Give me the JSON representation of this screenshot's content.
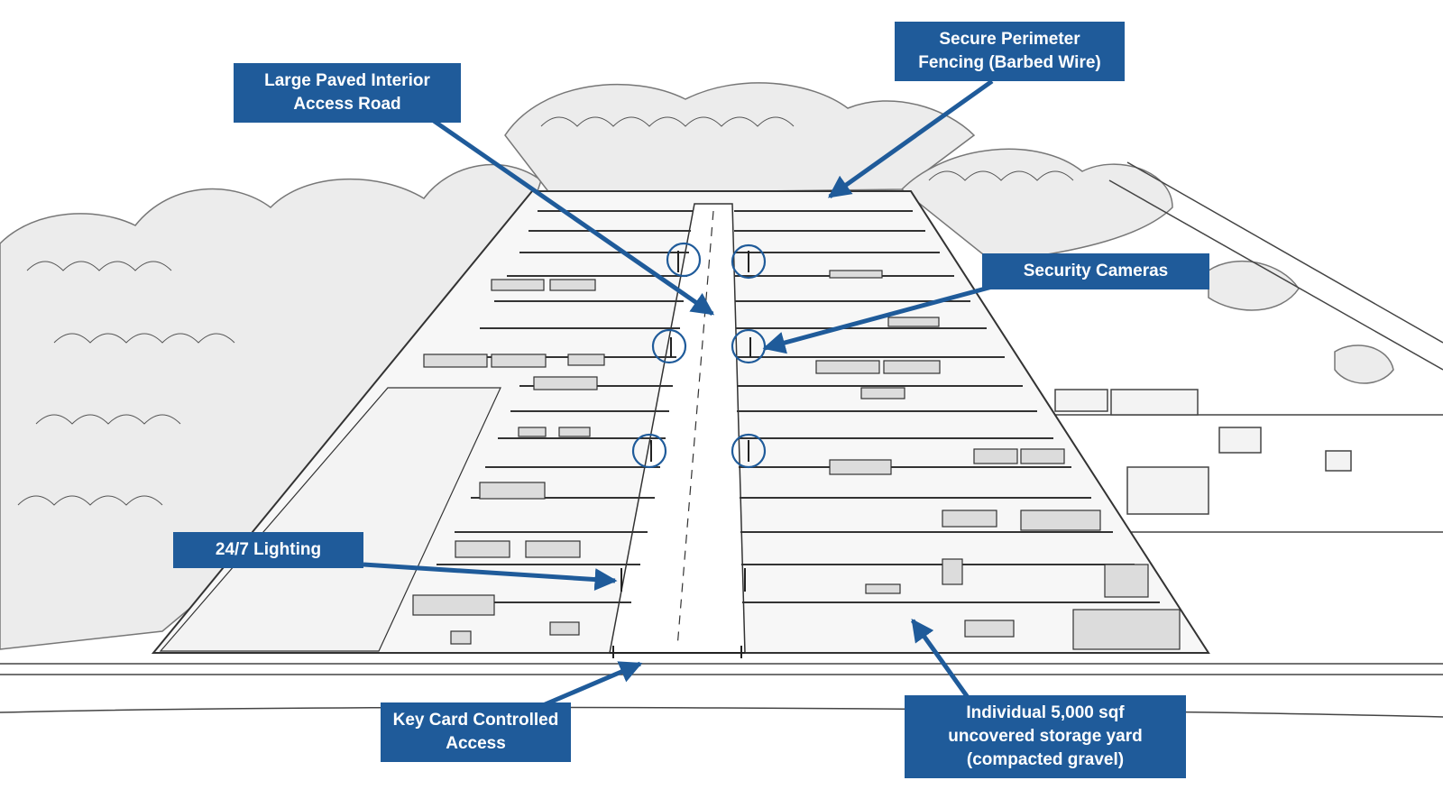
{
  "callouts": {
    "road": {
      "line1": "Large Paved Interior",
      "line2": "Access Road"
    },
    "fence": {
      "line1": "Secure Perimeter",
      "line2": "Fencing (Barbed Wire)"
    },
    "cameras": {
      "line1": "Security Cameras"
    },
    "lighting": {
      "line1": "24/7 Lighting"
    },
    "access": {
      "line1": "Key Card Controlled",
      "line2": "Access"
    },
    "yard": {
      "line1": "Individual 5,000 sqf",
      "line2": "uncovered storage yard",
      "line3": "(compacted gravel)"
    }
  },
  "colors": {
    "callout_fill": "#1f5b9a",
    "callout_text": "#ffffff",
    "arrow": "#1f5b9a",
    "sketch_line": "#333333"
  }
}
